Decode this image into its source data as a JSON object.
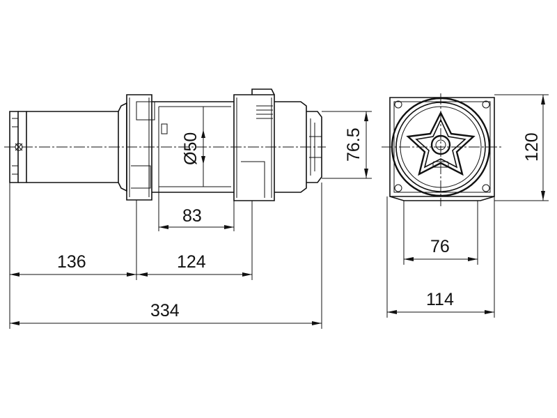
{
  "dimensions": {
    "drum_diameter": "Ø50",
    "drum_length": "83",
    "motor_length": "136",
    "body_length": "124",
    "overall_length": "334",
    "gearbox_height": "76.5",
    "overall_height": "120",
    "bolt_spacing": "76",
    "base_width": "114"
  },
  "colors": {
    "line": "#111111",
    "background": "#ffffff"
  }
}
